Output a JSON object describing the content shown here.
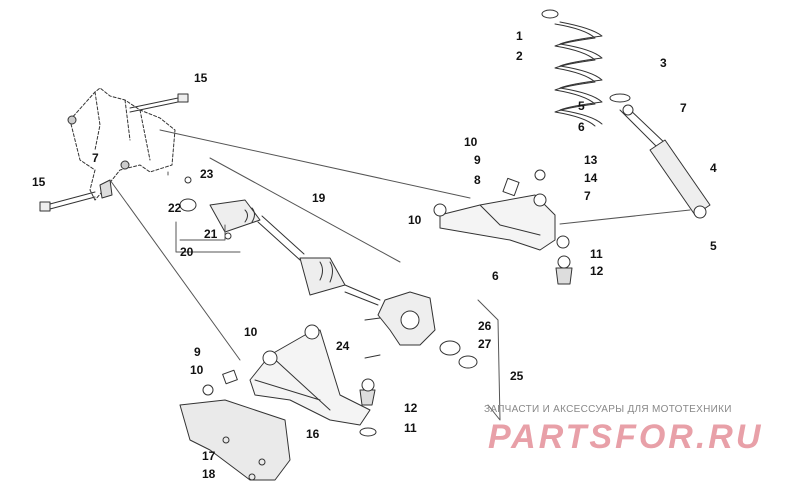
{
  "diagram": {
    "callouts": [
      {
        "id": "c1",
        "text": "1"
      },
      {
        "id": "c2",
        "text": "2"
      },
      {
        "id": "c3",
        "text": "3"
      },
      {
        "id": "c4",
        "text": "4"
      },
      {
        "id": "c5a",
        "text": "5"
      },
      {
        "id": "c5b",
        "text": "5"
      },
      {
        "id": "c6a",
        "text": "6"
      },
      {
        "id": "c6b",
        "text": "6"
      },
      {
        "id": "c7a",
        "text": "7"
      },
      {
        "id": "c7b",
        "text": "7"
      },
      {
        "id": "c7c",
        "text": "7"
      },
      {
        "id": "c8",
        "text": "8"
      },
      {
        "id": "c9a",
        "text": "9"
      },
      {
        "id": "c9b",
        "text": "9"
      },
      {
        "id": "c10a",
        "text": "10"
      },
      {
        "id": "c10b",
        "text": "10"
      },
      {
        "id": "c10c",
        "text": "10"
      },
      {
        "id": "c10d",
        "text": "10"
      },
      {
        "id": "c11a",
        "text": "11"
      },
      {
        "id": "c11b",
        "text": "11"
      },
      {
        "id": "c12a",
        "text": "12"
      },
      {
        "id": "c12b",
        "text": "12"
      },
      {
        "id": "c13",
        "text": "13"
      },
      {
        "id": "c14",
        "text": "14"
      },
      {
        "id": "c15a",
        "text": "15"
      },
      {
        "id": "c15b",
        "text": "15"
      },
      {
        "id": "c16",
        "text": "16"
      },
      {
        "id": "c17",
        "text": "17"
      },
      {
        "id": "c18",
        "text": "18"
      },
      {
        "id": "c19",
        "text": "19"
      },
      {
        "id": "c20",
        "text": "20"
      },
      {
        "id": "c21",
        "text": "21"
      },
      {
        "id": "c22",
        "text": "22"
      },
      {
        "id": "c23",
        "text": "23"
      },
      {
        "id": "c24",
        "text": "24"
      },
      {
        "id": "c25",
        "text": "25"
      },
      {
        "id": "c26",
        "text": "26"
      },
      {
        "id": "c27",
        "text": "27"
      }
    ]
  },
  "watermark": {
    "caption": "ЗАПЧАСТИ И АКСЕССУАРЫ ДЛЯ МОТОТЕХНИКИ",
    "logo": "PARTSFOR.RU",
    "logo_color": "#e8a0a8"
  },
  "colors": {
    "line": "#333333",
    "callout_circle": "#000000"
  }
}
